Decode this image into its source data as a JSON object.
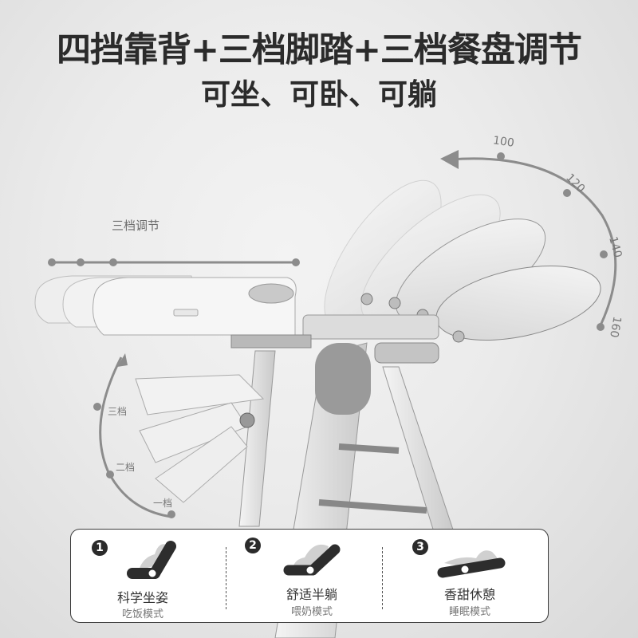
{
  "header": {
    "title": "四挡靠背+三档脚踏+三档餐盘调节",
    "subtitle": "可坐、可卧、可躺"
  },
  "tray": {
    "label": "三档调节",
    "positions": 3
  },
  "backrest": {
    "angles": [
      "100",
      "120",
      "140",
      "160"
    ]
  },
  "footrest": {
    "levels": [
      "三档",
      "二档",
      "一档"
    ]
  },
  "modes": [
    {
      "number": "1",
      "name": "科学坐姿",
      "sub": "吃饭模式",
      "icon": "seat-upright-icon"
    },
    {
      "number": "2",
      "name": "舒适半躺",
      "sub": "喂奶模式",
      "icon": "seat-recline-icon"
    },
    {
      "number": "3",
      "name": "香甜休憩",
      "sub": "睡眠模式",
      "icon": "seat-flat-icon"
    }
  ],
  "colors": {
    "indicator": "#8a8a8a",
    "text_dark": "#2b2b2b",
    "background": "#ebebeb"
  }
}
